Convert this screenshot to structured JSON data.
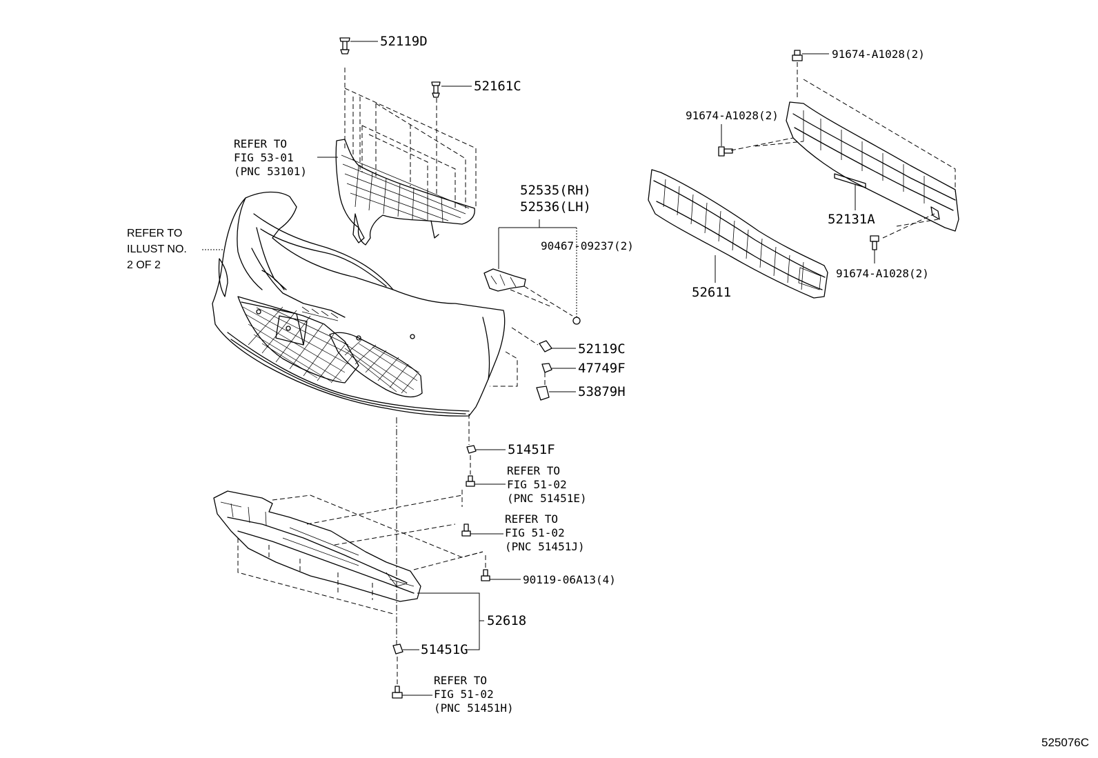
{
  "diagram": {
    "figure_code": "525076C",
    "labels": {
      "p52119d": "52119D",
      "p52161c": "52161C",
      "ref_grille_1": "REFER TO",
      "ref_grille_2": "FIG 53-01",
      "ref_grille_3": "(PNC 53101)",
      "ref_illust_1": "REFER TO",
      "ref_illust_2": "ILLUST NO.",
      "ref_illust_3": "2 OF 2",
      "p52535": "52535(RH)",
      "p52536": "52536(LH)",
      "p90467": "90467-09237(2)",
      "p52119c": "52119C",
      "p47749f": "47749F",
      "p53879h": "53879H",
      "p51451f": "51451F",
      "ref_e_1": "REFER TO",
      "ref_e_2": "FIG 51-02",
      "ref_e_3": "(PNC 51451E)",
      "ref_j_1": "REFER TO",
      "ref_j_2": "FIG 51-02",
      "ref_j_3": "(PNC 51451J)",
      "p90119": "90119-06A13(4)",
      "p52618": "52618",
      "p51451g": "51451G",
      "ref_h_1": "REFER TO",
      "ref_h_2": "FIG 51-02",
      "ref_h_3": "(PNC 51451H)",
      "p91674_top": "91674-A1028(2)",
      "p91674_mid": "91674-A1028(2)",
      "p91674_bot": "91674-A1028(2)",
      "p52131a": "52131A",
      "p52611": "52611"
    }
  }
}
